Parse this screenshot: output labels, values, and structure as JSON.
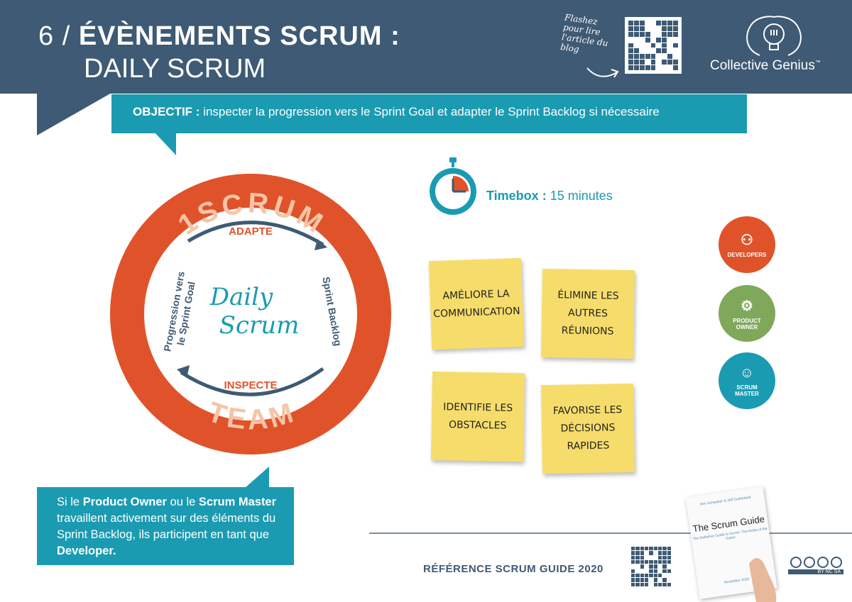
{
  "header": {
    "number": "6 / ",
    "title_bold": "ÉVÈNEMENTS SCRUM :",
    "subtitle": "DAILY SCRUM",
    "flash_text": "Flashez pour lire l'article du blog",
    "logo_text": "Collective Genius",
    "logo_tm": "™"
  },
  "objective": {
    "label": "OBJECTIF :",
    "text": "inspecter la progression vers le Sprint Goal et adapter le Sprint Backlog si nécessaire"
  },
  "ring": {
    "top_text": "1SCRUM",
    "bottom_text": "TEAM",
    "adapte": "ADAPTE",
    "inspecte": "INSPECTE",
    "left_text": "Progression vers",
    "left_text2": "le Sprint Goal",
    "right_text": "Sprint Backlog",
    "center1": "Daily",
    "center2": "Scrum"
  },
  "timebox": {
    "label": "Timebox :",
    "value": "15 minutes"
  },
  "stickies": [
    "Améliore la communication",
    "Élimine les autres réunions",
    "Identifie les obstacles",
    "Favorise les décisions rapides"
  ],
  "roles": [
    {
      "label": "DEVELOPERS",
      "color": "#e0532a"
    },
    {
      "label": "PRODUCT OWNER",
      "color": "#7fa85b"
    },
    {
      "label": "SCRUM MASTER",
      "color": "#1a9bb1"
    }
  ],
  "note": {
    "p1": "Si le ",
    "b1": "Product Owner",
    "p2": " ou le ",
    "b2": "Scrum Master",
    "p3": " travaillent activement sur des éléments du Sprint Backlog, ils participent en tant que ",
    "b3": "Developer."
  },
  "footer": {
    "reference": "RÉFÉRENCE SCRUM GUIDE 2020",
    "book_authors": "Ken Schwaber & Jeff Sutherland",
    "book_title": "The Scrum Guide",
    "book_subtitle": "The Definitive Guide to Scrum: The Rules of the Game",
    "book_date": "November 2020",
    "license": "BY NC SA"
  },
  "colors": {
    "header": "#3e5a74",
    "teal": "#1a9bb1",
    "orange": "#e0532a",
    "sticky": "#f6dd6b"
  }
}
